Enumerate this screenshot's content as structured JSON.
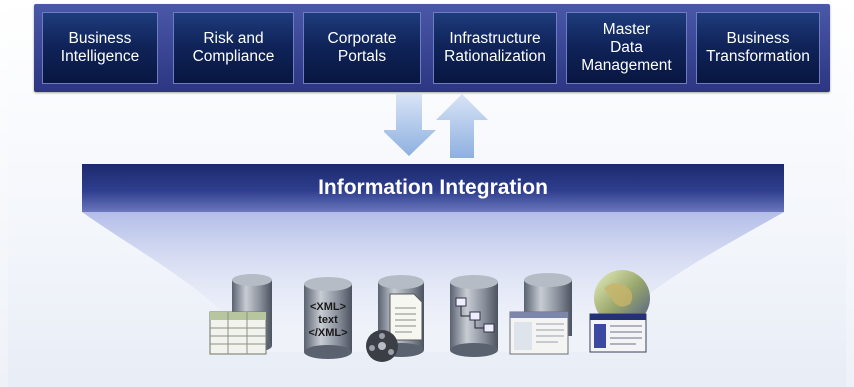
{
  "top_boxes": [
    {
      "label": "Business\nIntelligence"
    },
    {
      "label": "Risk and\nCompliance"
    },
    {
      "label": "Corporate\nPortals"
    },
    {
      "label": "Infrastructure\nRationalization"
    },
    {
      "label": "Master\nData\nManagement"
    },
    {
      "label": "Business\nTransformation"
    }
  ],
  "bar": {
    "label": "Information Integration"
  },
  "sources": {
    "xml_line1": "<XML>",
    "xml_line2": "text",
    "xml_line3": "</XML>"
  },
  "icons": [
    "spreadsheet-database-icon",
    "xml-database-icon",
    "document-database-icon",
    "workflow-database-icon",
    "application-database-icon",
    "web-globe-icon"
  ]
}
